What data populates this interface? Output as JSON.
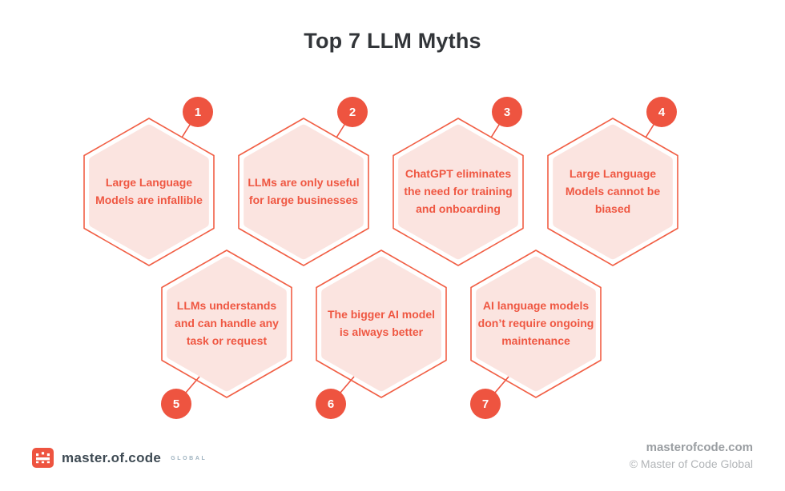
{
  "title": "Top 7 LLM Myths",
  "colors": {
    "accent": "#EE5440",
    "hex_stroke": "#F15F45",
    "hex_fill": "#FBE4E0",
    "myth_text": "#EF5742",
    "title_text": "#323539"
  },
  "myths": [
    {
      "number": "1",
      "text": "Large Language\nModels are infallible"
    },
    {
      "number": "2",
      "text": "LLMs are only useful\nfor large businesses"
    },
    {
      "number": "3",
      "text": "ChatGPT eliminates\nthe need for training\nand onboarding"
    },
    {
      "number": "4",
      "text": "Large Language\nModels cannot be\nbiased"
    },
    {
      "number": "5",
      "text": "LLMs understands\nand can handle any\ntask or request"
    },
    {
      "number": "6",
      "text": "The bigger AI model\nis always better"
    },
    {
      "number": "7",
      "text": "AI language models\ndon’t require ongoing\nmaintenance"
    }
  ],
  "footer": {
    "logo_text": "master.of.code",
    "logo_suffix": "GLOBAL",
    "website": "masterofcode.com",
    "copyright": "© Master of Code Global"
  }
}
